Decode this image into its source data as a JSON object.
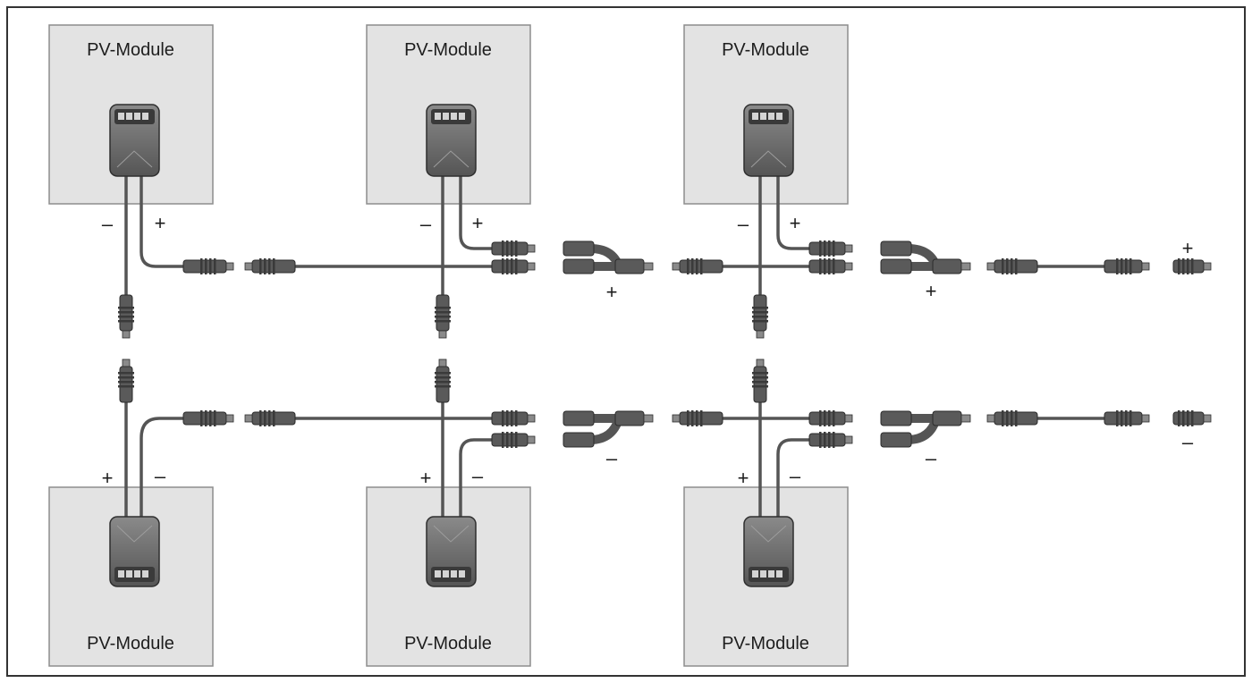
{
  "modules": {
    "top": [
      {
        "label": "PV-Module",
        "neg_label": "–",
        "pos_label": "+"
      },
      {
        "label": "PV-Module",
        "neg_label": "–",
        "pos_label": "+"
      },
      {
        "label": "PV-Module",
        "neg_label": "–",
        "pos_label": "+"
      }
    ],
    "bottom": [
      {
        "label": "PV-Module",
        "pos_label": "+",
        "neg_label": "–"
      },
      {
        "label": "PV-Module",
        "pos_label": "+",
        "neg_label": "–"
      },
      {
        "label": "PV-Module",
        "pos_label": "+",
        "neg_label": "–"
      }
    ]
  },
  "branch_labels": {
    "top": [
      "+",
      "+"
    ],
    "bottom": [
      "–",
      "–"
    ]
  },
  "outputs": {
    "positive": "+",
    "negative": "–"
  }
}
